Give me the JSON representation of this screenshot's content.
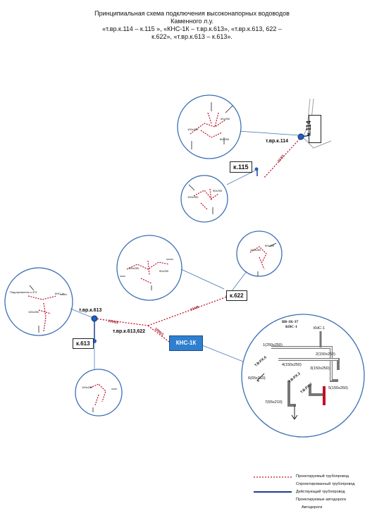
{
  "title": {
    "line1": "Принципиальная схема подключения высоконапорных водоводов",
    "line2": "Каменного л.у.",
    "line3": "«т.вр.к.114 – к.115 », «КНС-1К – т.вр.к.613», «т.вр.к.613, 622 –",
    "line4": "к.622», «т.вр.к.613 – к.613»."
  },
  "nodes": {
    "k114": "к.114",
    "tvr_k114": "т.вр.к.114",
    "k115": "к.115",
    "k622": "к.622",
    "tvr_k613": "т.вр.к.613",
    "k613": "к.613",
    "tvr_k613_622": "т.вр.к.613,622",
    "kns": "КНС-1К"
  },
  "pipe_labels": {
    "p1": "114/1",
    "p2": "114/9",
    "p3": "1006/2",
    "p4": "1006/1"
  },
  "inset": {
    "title1": "ВВ-1К-37",
    "title2": "КНС-1",
    "kns_label": "КНС-1",
    "items": [
      "1(250х250)",
      "2(150х250)",
      "3(150х250)",
      "4(150х250)",
      "5(150х250)",
      "6(65х210)",
      "7(65х210)"
    ],
    "tags": [
      "Т.В.Р.К.6",
      "Т.В.Р.К.2",
      "Т.В.Р.К.7"
    ]
  },
  "detail_labels": {
    "c1a": "100х250",
    "c1b": "50х250",
    "c1c": "80х250",
    "c2a": "100х250",
    "c2b": "50х250",
    "c3a": "100х250",
    "c3b": "50х250",
    "c4a": "100х250",
    "c4b": "50х250",
    "c5a": "Подогреватель\nк.372",
    "c5b": "КНС-1к",
    "c5c": "100х250",
    "c6a": "100х250"
  },
  "legend": {
    "item1": "Проектируемый трубопровод",
    "item2": "Спроектированный трубопровод",
    "item3": "Действующий трубопровод",
    "item4": "Проектируемые автодороги",
    "item5": "Автодороги"
  },
  "colors": {
    "projected_pipe": "#c0102a",
    "existing_pipe": "#1b3f8f",
    "kns_fill": "#2f7fd0",
    "circle_stroke": "#3c6fb5"
  }
}
